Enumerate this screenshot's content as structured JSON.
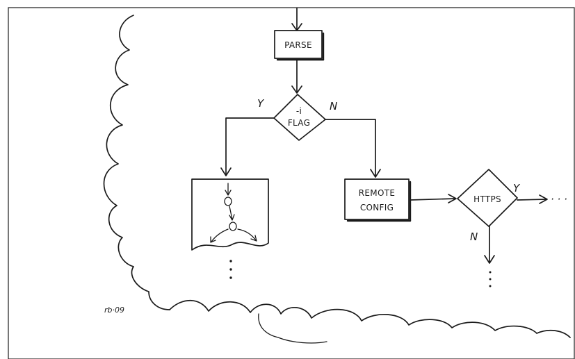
{
  "diagram": {
    "nodes": {
      "parse": "PARSE",
      "flag_top": "-i",
      "flag_bottom": "FLAG",
      "remote_line1": "REMOTE",
      "remote_line2": "CONFIG",
      "https": "HTTPS"
    },
    "branches": {
      "flag_yes": "Y",
      "flag_no": "N",
      "https_yes": "Y",
      "https_no": "N"
    },
    "continuation": "· · ·",
    "signature": "rb·09"
  }
}
